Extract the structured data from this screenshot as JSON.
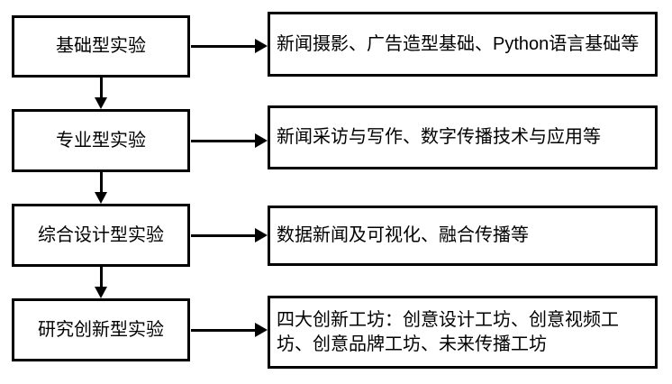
{
  "diagram": {
    "title": "experiment-levels-flowchart",
    "colors": {
      "border": "#000000",
      "background": "#ffffff",
      "text": "#000000"
    },
    "rows": [
      {
        "stage": "基础型实验",
        "detail": "新闻摄影、广告造型基础、Python语言基础等"
      },
      {
        "stage": "专业型实验",
        "detail": "新闻采访与写作、数字传播技术与应用等"
      },
      {
        "stage": "综合设计型实验",
        "detail": "数据新闻及可视化、融合传播等"
      },
      {
        "stage": "研究创新型实验",
        "detail": "四大创新工坊：创意设计工坊、创意视频工坊、创意品牌工坊、未来传播工坊"
      }
    ]
  }
}
